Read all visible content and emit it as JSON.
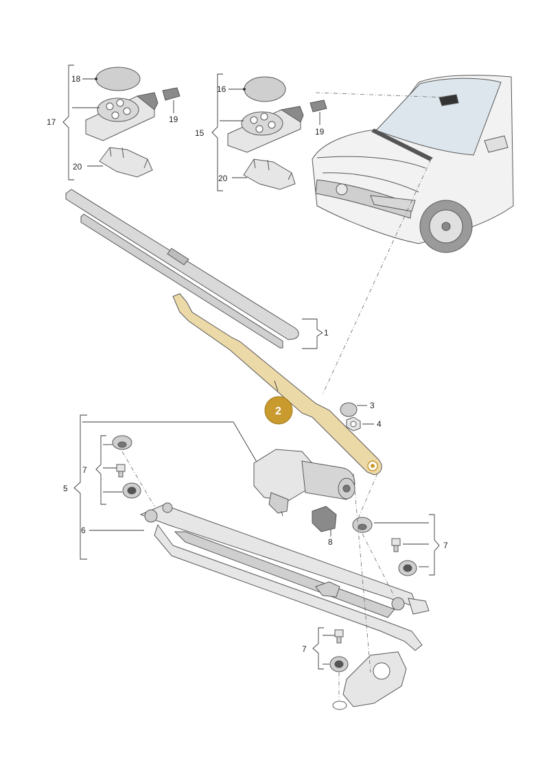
{
  "callouts": {
    "c18": "18",
    "c17": "17",
    "c19a": "19",
    "c20a": "20",
    "c16": "16",
    "c15": "15",
    "c19b": "19",
    "c20b": "20",
    "c1": "1",
    "c2": "2",
    "c3": "3",
    "c4": "4",
    "c5": "5",
    "c6": "6",
    "c7a": "7",
    "c7b": "7",
    "c7c": "7",
    "c8": "8"
  },
  "colors": {
    "highlight": "#c99a2e",
    "line": "#333333",
    "part_fill": "#e6e6e6"
  },
  "icons": {
    "car": "car-front-icon",
    "motor": "wiper-motor-icon",
    "linkage": "wiper-linkage-icon"
  }
}
